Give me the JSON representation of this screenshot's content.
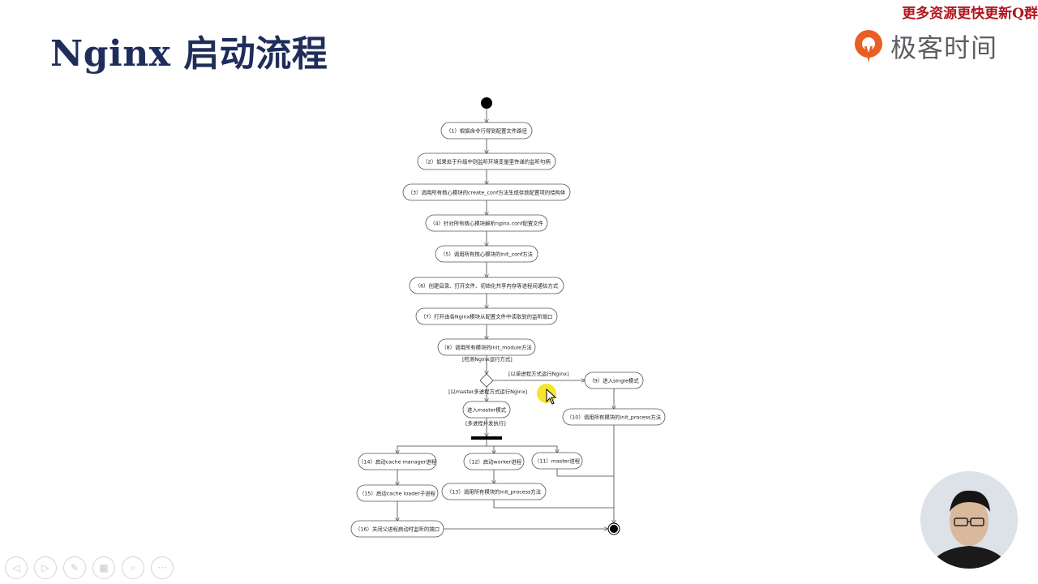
{
  "slide": {
    "title": "Nginx 启动流程",
    "watermark": "更多资源更快更新Q群",
    "brand_name": "极客时间",
    "brand_color": "#e85e23"
  },
  "diagram": {
    "nodes": [
      {
        "id": "n1",
        "label": "（1）根据命令行得到配置文件路径"
      },
      {
        "id": "n2",
        "label": "（2）如果处于升级中则监听环境变量里传递的监听句柄"
      },
      {
        "id": "n3",
        "label": "（3）调用所有核心模块的create_conf方法生成存放配置项的结构体"
      },
      {
        "id": "n4",
        "label": "（4）针对所有核心模块解析nginx.conf配置文件"
      },
      {
        "id": "n5",
        "label": "（5）调用所有核心模块的init_conf方法"
      },
      {
        "id": "n6",
        "label": "（6）创建目录、打开文件、初始化共享内存等进程间通信方式"
      },
      {
        "id": "n7",
        "label": "（7）打开由各Nginx模块从配置文件中读取到的监听端口"
      },
      {
        "id": "n8",
        "label": "（8）调用所有模块的init_module方法"
      },
      {
        "id": "n9",
        "label": "（9）进入single模式"
      },
      {
        "id": "n10",
        "label": "（10）调用所有模块的init_process方法"
      },
      {
        "id": "nm",
        "label": "进入master模式"
      },
      {
        "id": "n11",
        "label": "（11）master进程"
      },
      {
        "id": "n12",
        "label": "（12）启动worker进程"
      },
      {
        "id": "n13",
        "label": "（13）调用所有模块的init_process方法"
      },
      {
        "id": "n14",
        "label": "（14）启动cache manager进程"
      },
      {
        "id": "n15",
        "label": "（15）启动cache loader子进程"
      },
      {
        "id": "n16",
        "label": "（16）关闭父进程启动时监听的端口"
      }
    ],
    "labels": {
      "check_mode": "[检测Nginx运行方式]",
      "single_branch": "[以单进程方式运行Nginx]",
      "master_branch": "[以master多进程方式运行Nginx]",
      "fork": "[多进程并发执行]"
    }
  },
  "controls": [
    {
      "name": "prev-icon",
      "glyph": "◁"
    },
    {
      "name": "next-icon",
      "glyph": "▷"
    },
    {
      "name": "pen-icon",
      "glyph": "✎"
    },
    {
      "name": "slides-icon",
      "glyph": "▦"
    },
    {
      "name": "zoom-icon",
      "glyph": "⌕"
    },
    {
      "name": "more-icon",
      "glyph": "···"
    }
  ]
}
